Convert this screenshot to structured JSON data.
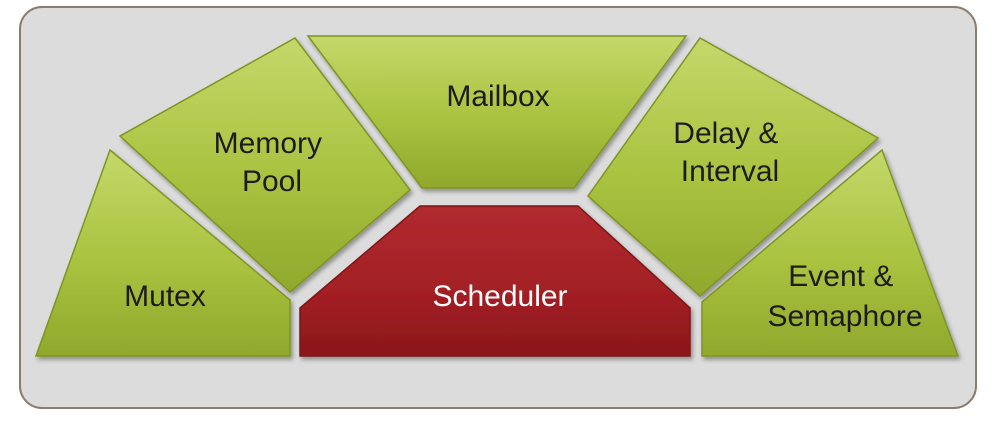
{
  "colors": {
    "panel_fill": "#dcdcdc",
    "panel_border": "#8a7d70",
    "segment_green": "#a9c23f",
    "segment_green_light": "#c4d86a",
    "segment_green_dark": "#7f9421",
    "scheduler_red": "#a21f24",
    "scheduler_red_dark": "#7d1418",
    "label_dark": "#1e1e1e",
    "label_light": "#ffffff"
  },
  "segments": {
    "mutex": {
      "lines": [
        "Mutex"
      ]
    },
    "memory_pool": {
      "lines": [
        "Memory",
        "Pool"
      ]
    },
    "mailbox": {
      "lines": [
        "Mailbox"
      ]
    },
    "delay_interval": {
      "lines": [
        "Delay &",
        "Interval"
      ]
    },
    "event_semaphore": {
      "lines": [
        "Event &",
        "Semaphore"
      ]
    },
    "scheduler": {
      "lines": [
        "Scheduler"
      ]
    }
  }
}
